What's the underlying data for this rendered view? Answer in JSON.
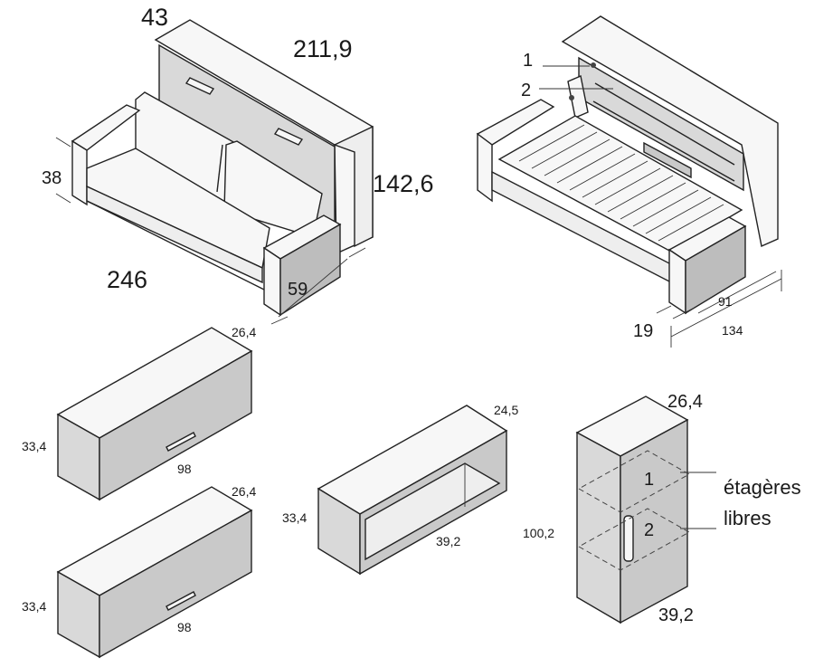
{
  "sofa": {
    "depth_top": "43",
    "width_top": "211,9",
    "height": "142,6",
    "arm_height": "38",
    "length": "246",
    "seat_depth": "59"
  },
  "bed": {
    "label_1": "1",
    "label_2": "2",
    "depth_a": "91",
    "depth_b": "19",
    "total_depth": "134"
  },
  "wall_unit_top": {
    "depth": "26,4",
    "height": "33,4",
    "width": "98"
  },
  "wall_unit_bottom": {
    "depth": "26,4",
    "height": "33,4",
    "width": "98"
  },
  "open_shelf": {
    "depth": "24,5",
    "height": "33,4",
    "width": "39,2"
  },
  "column": {
    "depth": "26,4",
    "height": "100,2",
    "width": "39,2",
    "shelf_1": "1",
    "shelf_2": "2",
    "note_line1": "étagères",
    "note_line2": "libres"
  }
}
